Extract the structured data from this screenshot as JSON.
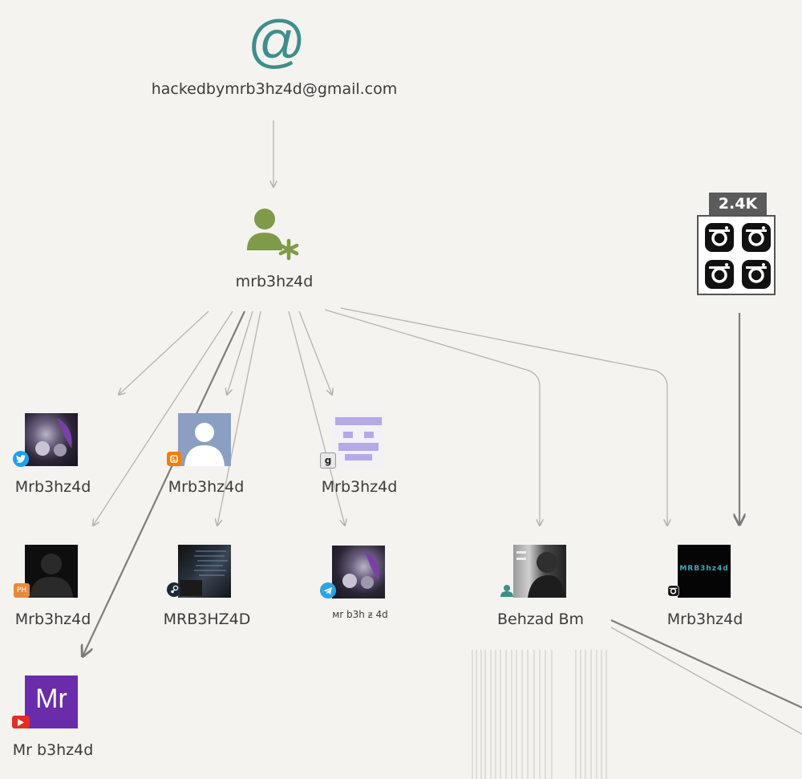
{
  "email_node": {
    "symbol": "@",
    "label": "hackedbymrb3hz4d@gmail.com"
  },
  "user_node": {
    "label": "mrb3hz4d"
  },
  "instagram_group": {
    "count": "2.4K"
  },
  "profiles": [
    {
      "label": "Mrb3hz4d",
      "platform": "twitter"
    },
    {
      "label": "Mrb3hz4d",
      "platform": "blogger"
    },
    {
      "label": "Mrb3hz4d",
      "platform": "gravatar"
    },
    {
      "label": "Mrb3hz4d",
      "platform": "producthunt",
      "badge_text": "PH"
    },
    {
      "label": "MRB3HZ4D",
      "platform": "steam"
    },
    {
      "label": "мr b3h ᵶ 4d",
      "platform": "telegram"
    },
    {
      "label": "Behzad Bm",
      "platform": "person"
    },
    {
      "label": "Mrb3hz4d",
      "platform": "instagram",
      "avatar_text": "MRB3hz4d"
    },
    {
      "label": "Mr b3hz4d",
      "platform": "youtube",
      "avatar_text": "Mr"
    }
  ],
  "colors": {
    "background": "#f4f3ef",
    "email_icon": "#3e8e8a",
    "user_icon": "#7f9a48",
    "edge": "#b4b4b4",
    "edge_dark": "#8a8a8a",
    "twitter": "#1da1f2",
    "blogger": "#f57d00",
    "producthunt": "#e88a3c",
    "telegram": "#2ca5e0",
    "youtube": "#e52d27",
    "youtube_avatar": "#6a2ca8"
  }
}
